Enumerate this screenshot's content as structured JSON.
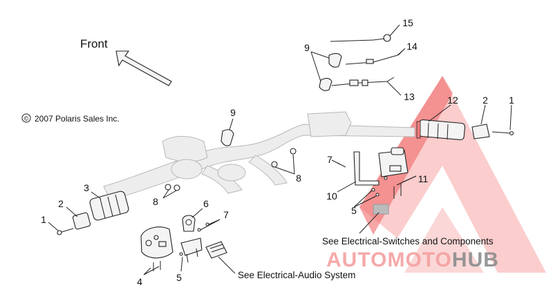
{
  "front_label": "Front",
  "copyright": "2007 Polaris Sales Inc.",
  "copyright_symbol": "©",
  "callouts": {
    "n1_right": "1",
    "n2_right": "2",
    "n12": "12",
    "n15": "15",
    "n14": "14",
    "n13": "13",
    "n9_top": "9",
    "n9_mid": "9",
    "n7_right": "7",
    "n10": "10",
    "n11": "11",
    "n5_right": "5",
    "n8_right": "8",
    "n3": "3",
    "n2_left": "2",
    "n1_left": "1",
    "n8_left": "8",
    "n6": "6",
    "n7_left": "7",
    "n4": "4",
    "n5_left": "5"
  },
  "notes": {
    "switches": "See Electrical-Switches and Components",
    "audio": "See Electrical-Audio System"
  },
  "watermark": {
    "part1": "AUTOMOTO",
    "part2": "HUB",
    "color_primary": "#f05a5a",
    "color_secondary": "#9a9a9a",
    "color_dark": "#444444"
  }
}
